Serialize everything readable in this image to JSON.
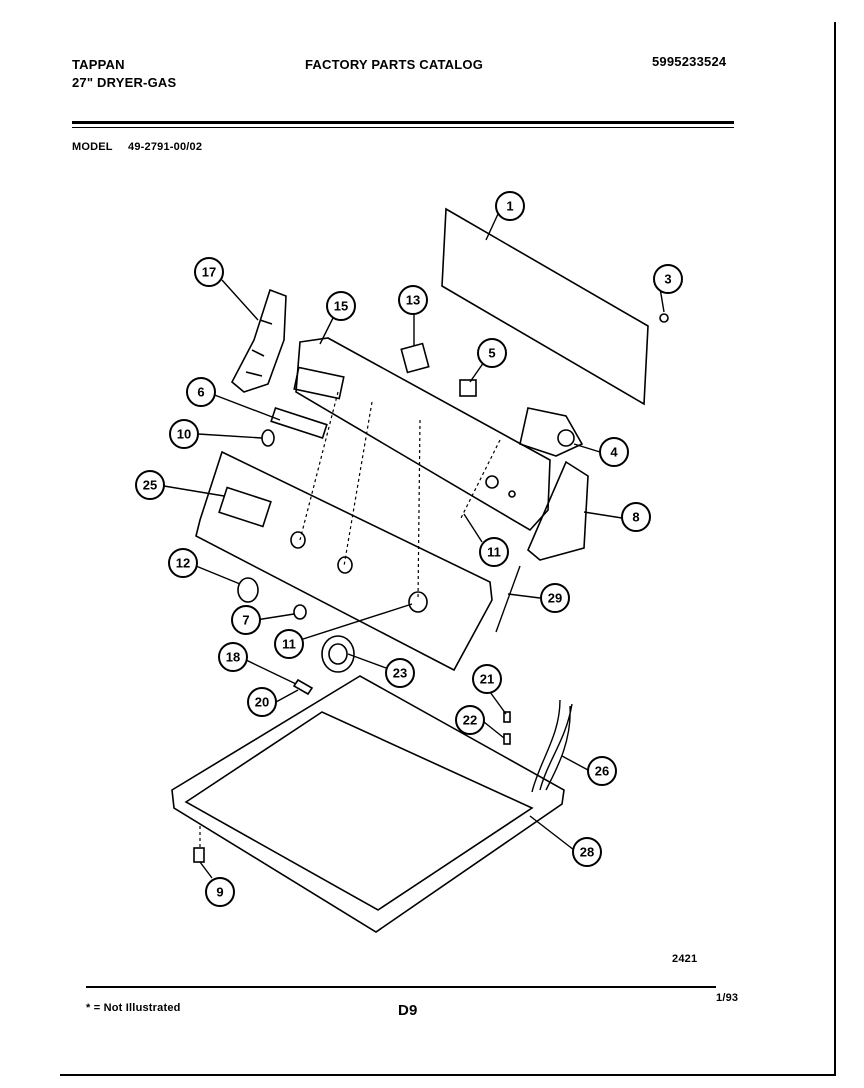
{
  "header": {
    "brand": "TAPPAN",
    "product": "27\" DRYER-GAS",
    "catalog_title": "FACTORY PARTS CATALOG",
    "catalog_number": "5995233524",
    "model_label": "MODEL",
    "model_number": "49-2791-00/02"
  },
  "footer": {
    "note": "* = Not Illustrated",
    "page_code": "D9",
    "date": "1/93",
    "figure_number": "2421"
  },
  "callouts": [
    "1",
    "3",
    "17",
    "15",
    "13",
    "5",
    "6",
    "10",
    "4",
    "25",
    "8",
    "11",
    "12",
    "7",
    "11",
    "29",
    "23",
    "18",
    "20",
    "21",
    "22",
    "26",
    "28",
    "9"
  ]
}
